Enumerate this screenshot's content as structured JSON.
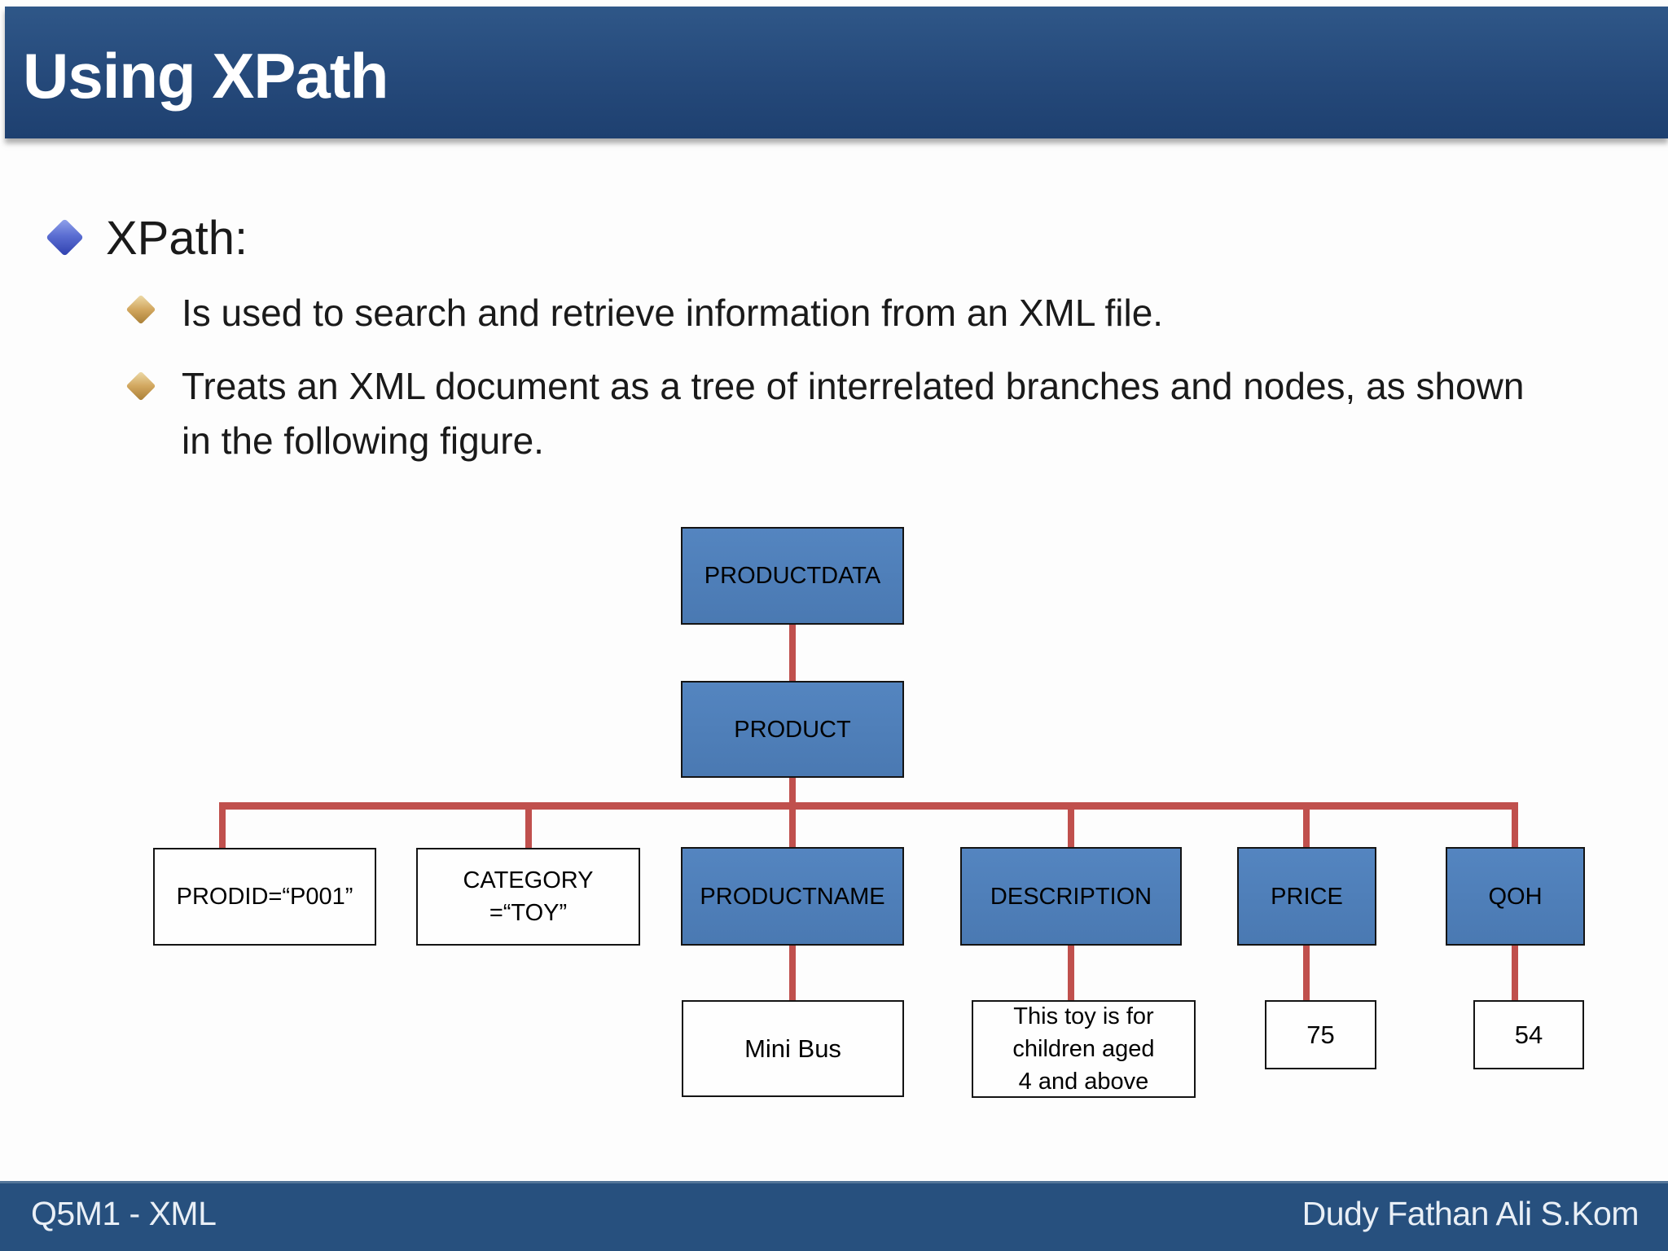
{
  "header": {
    "title": "Using XPath"
  },
  "content": {
    "bullet1": {
      "label": "XPath:"
    },
    "sub_bullets": [
      {
        "text": "Is used to search and retrieve information from an XML file."
      },
      {
        "text": "Treats an XML document as a tree of interrelated branches and nodes, as shown in the following figure."
      }
    ]
  },
  "diagram": {
    "type": "tree",
    "colors": {
      "node_fill": "#4f81bd",
      "connector": "#c0504d",
      "node_border": "#141414",
      "leaf_fill": "#fefefe"
    },
    "nodes": {
      "productdata": {
        "label": "PRODUCTDATA"
      },
      "product": {
        "label": "PRODUCT"
      },
      "prodid": {
        "label": "PRODID=“P001”"
      },
      "category": {
        "line1": "CATEGORY",
        "line2": "=“TOY”"
      },
      "productname": {
        "label": "PRODUCTNAME"
      },
      "description": {
        "label": "DESCRIPTION"
      },
      "price": {
        "label": "PRICE"
      },
      "qoh": {
        "label": "QOH"
      },
      "minibus": {
        "label": "Mini Bus"
      },
      "description_value": {
        "line1": "This toy is for",
        "line2": "children aged",
        "line3": "4 and above"
      },
      "price_value": {
        "label": "75"
      },
      "qoh_value": {
        "label": "54"
      }
    }
  },
  "footer": {
    "left": "Q5M1 - XML",
    "right": "Dudy Fathan Ali S.Kom"
  }
}
